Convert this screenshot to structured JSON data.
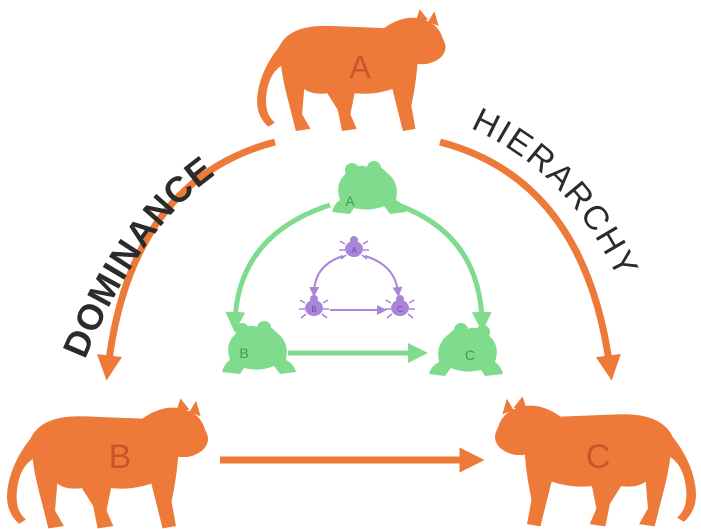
{
  "words": {
    "left": "DOMINANCE",
    "right": "HIERARCHY"
  },
  "tigers": {
    "top": "A",
    "left": "B",
    "right": "C"
  },
  "frogs": {
    "top": "A",
    "left": "B",
    "right": "C"
  },
  "bugs": {
    "top": "A",
    "left": "B",
    "right": "C"
  },
  "colors": {
    "tiger": "#ee7a3a",
    "frog": "#7fdc8c",
    "bug": "#a885d8",
    "text": "#2b2b2b",
    "background": "#ffffff"
  }
}
